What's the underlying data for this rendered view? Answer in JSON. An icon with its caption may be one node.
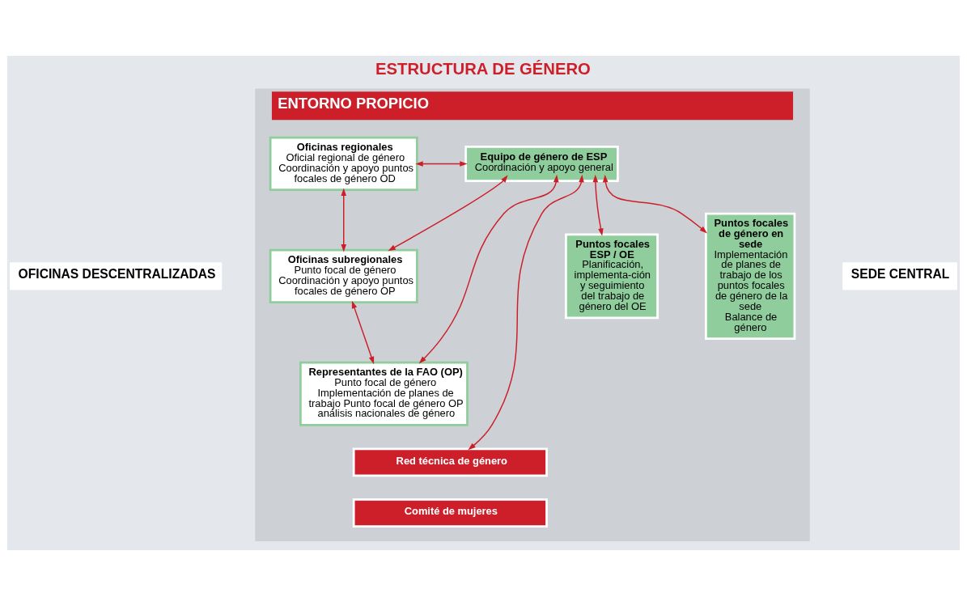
{
  "diagram": {
    "title": "ESTRUCTURA DE GÉNERO",
    "nodes": [
      {
        "text": [
          "ENTORNO PROPICIO"
        ]
      },
      {
        "text": [
          "Oficinas regionales",
          "Oficial regional de género",
          "Coordinación y apoyo puntos focales de género OD"
        ],
        "in": 0
      },
      {
        "text": [
          "Oficinas subregionales",
          "Punto focal de género",
          "Coordinación y apoyo puntos focales de género OP"
        ],
        "in": 0
      },
      {
        "text": [
          "Representantes de la FAO (OP)",
          "Punto focal de género",
          "Implementación de planes de trabajo Punto focal de género OP",
          "análisis nacionales de género"
        ],
        "in": 0
      },
      {
        "text": [
          "Equipo de género de ESP",
          "Coordinación y apoyo general"
        ],
        "in": 0
      },
      {
        "text": [
          "Puntos focales ESP / OE",
          "Planificación, implementa-ción y seguimiento del trabajo de género del OE"
        ],
        "in": 0
      },
      {
        "text": [
          "Puntos focales de género en sede",
          "Implementación de planes de trabajo de los puntos focales de género de la sede",
          "Balance de género"
        ],
        "in": 0
      },
      {
        "text": [
          "Red técnica de género"
        ],
        "in": 0
      },
      {
        "text": [
          "Comité de mujeres"
        ],
        "in": 0
      },
      {
        "text": [
          "OFICINAS DESCENTRALIZADAS"
        ]
      },
      {
        "text": [
          "SEDE CENTRAL"
        ]
      }
    ],
    "edges": [
      {
        "from": 1,
        "to": 4,
        "arrow": "both"
      },
      {
        "from": 1,
        "to": 2,
        "arrow": "both"
      },
      {
        "from": 2,
        "to": 3,
        "arrow": "both"
      },
      {
        "from": 4,
        "to": 2,
        "arrow": "both"
      },
      {
        "from": 4,
        "to": 3,
        "arrow": "both"
      },
      {
        "from": 4,
        "to": 7,
        "arrow": "both"
      },
      {
        "from": 4,
        "to": 5,
        "arrow": "both"
      },
      {
        "from": 4,
        "to": 6,
        "arrow": "both"
      }
    ]
  }
}
